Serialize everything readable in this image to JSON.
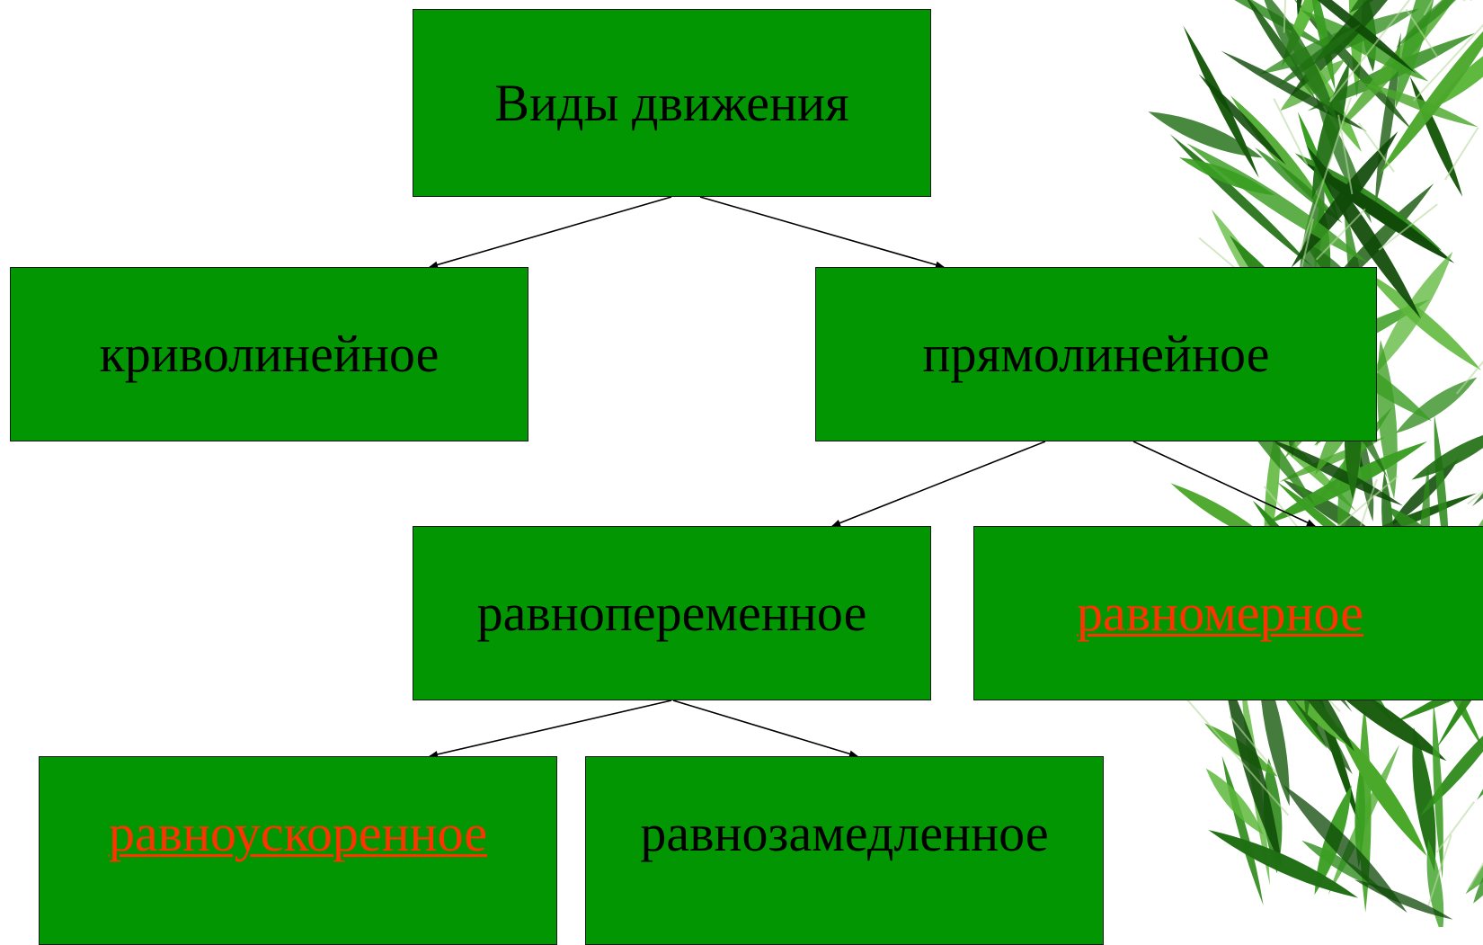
{
  "diagram": {
    "nodes": {
      "root": {
        "label": "Виды движения"
      },
      "curvilinear": {
        "label": "криволинейное"
      },
      "rectilinear": {
        "label": "прямолинейное"
      },
      "variable": {
        "label": "равнопеременное"
      },
      "uniform": {
        "label": "равномерное",
        "is_link": true
      },
      "accelerated": {
        "label": "равноускоренное",
        "is_link": true
      },
      "decelerated": {
        "label": "равнозамедленное"
      }
    },
    "edges": [
      {
        "from": "root",
        "to": "curvilinear"
      },
      {
        "from": "root",
        "to": "rectilinear"
      },
      {
        "from": "rectilinear",
        "to": "variable"
      },
      {
        "from": "rectilinear",
        "to": "uniform"
      },
      {
        "from": "variable",
        "to": "accelerated"
      },
      {
        "from": "variable",
        "to": "decelerated"
      }
    ],
    "colors": {
      "box_fill": "#039603",
      "box_border": "#1a1a1a",
      "text": "#000000",
      "link_text": "#ff3300",
      "background": "#ffffff"
    }
  }
}
